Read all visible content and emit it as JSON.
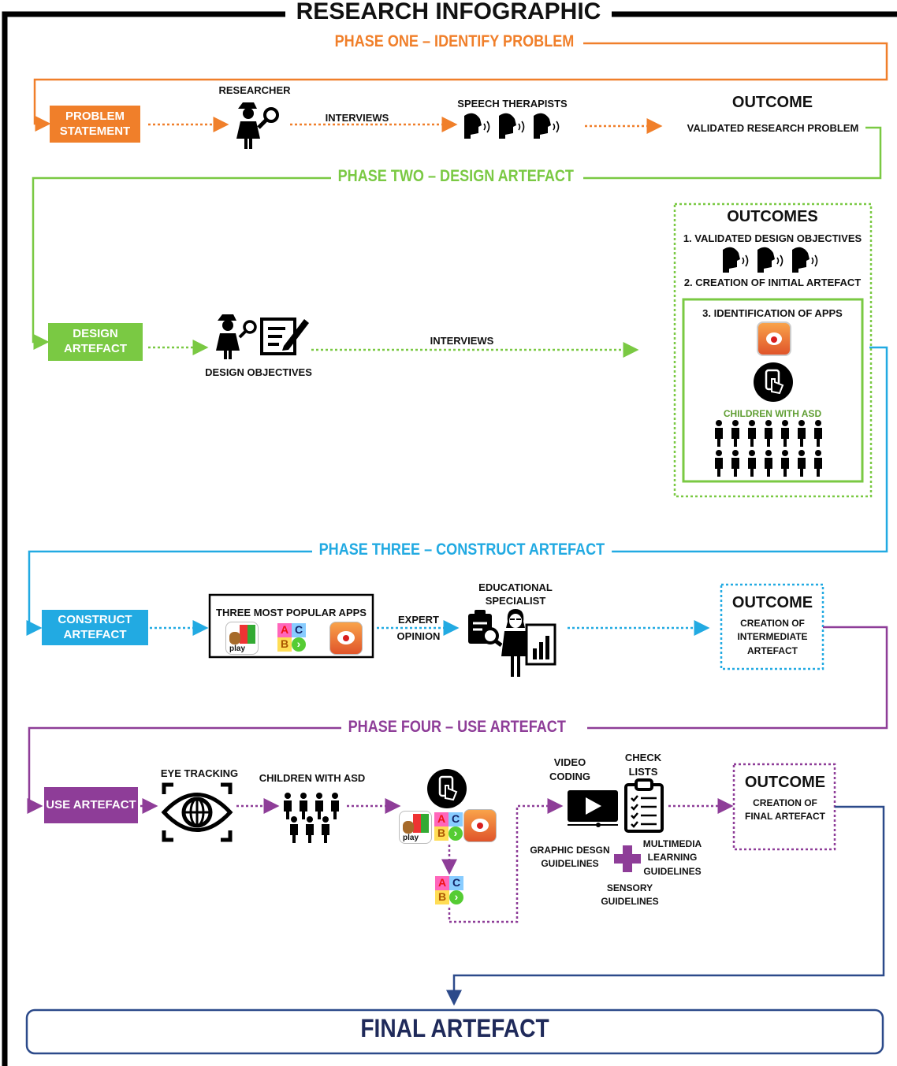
{
  "title": "RESEARCH INFOGRAPHIC",
  "colors": {
    "phase1": "#f07f2a",
    "phase2": "#7ac943",
    "phase3": "#22aae2",
    "phase4": "#8e3d98",
    "final": "#2c4a8a",
    "frame": "#000000"
  },
  "phase1": {
    "heading": "PHASE ONE – IDENTIFY PROBLEM",
    "box": "PROBLEM STATEMENT",
    "researcher": "RESEARCHER",
    "interviews": "INTERVIEWS",
    "therapists": "SPEECH THERAPISTS",
    "outcome_title": "OUTCOME",
    "outcome_text": "VALIDATED RESEARCH PROBLEM"
  },
  "phase2": {
    "heading": "PHASE TWO – DESIGN ARTEFACT",
    "box": "DESIGN ARTEFACT",
    "design_objectives": "DESIGN OBJECTIVES",
    "interviews": "INTERVIEWS",
    "outcomes_title": "OUTCOMES",
    "outcome1": "1. VALIDATED DESIGN OBJECTIVES",
    "outcome2": "2. CREATION OF INITIAL ARTEFACT",
    "outcome3": "3. IDENTIFICATION OF APPS",
    "children": "CHILDREN WITH ASD"
  },
  "phase3": {
    "heading": "PHASE THREE – CONSTRUCT ARTEFACT",
    "box": "CONSTRUCT ARTEFACT",
    "apps_title": "THREE MOST POPULAR APPS",
    "play": "play",
    "expert": "EXPERT OPINION",
    "specialist": "EDUCATIONAL SPECIALIST",
    "outcome_title": "OUTCOME",
    "outcome_text": "CREATION OF INTERMEDIATE ARTEFACT"
  },
  "phase4": {
    "heading": "PHASE FOUR – USE ARTEFACT",
    "box": "USE ARTEFACT",
    "eye_tracking": "EYE TRACKING",
    "children": "CHILDREN WITH ASD",
    "play": "play",
    "video_coding": "VIDEO CODING",
    "check_lists": "CHECK LISTS",
    "graphic_design": "GRAPHIC DESGN GUIDELINES",
    "multimedia": "MULTIMEDIA LEARNING GUIDELINES",
    "sensory": "SENSORY GUIDELINES",
    "outcome_title": "OUTCOME",
    "outcome_text": "CREATION OF FINAL ARTEFACT"
  },
  "final": "FINAL ARTEFACT",
  "icons": [
    "researcher-icon",
    "speaking-head-icon",
    "document-edit-icon",
    "touch-phone-icon",
    "person-icon",
    "puzzle-app-icon",
    "abc-app-icon",
    "clown-app-icon",
    "eye-tracking-icon",
    "clipboard-magnifier-icon",
    "teacher-icon",
    "video-player-icon",
    "checklist-icon",
    "plus-icon"
  ]
}
